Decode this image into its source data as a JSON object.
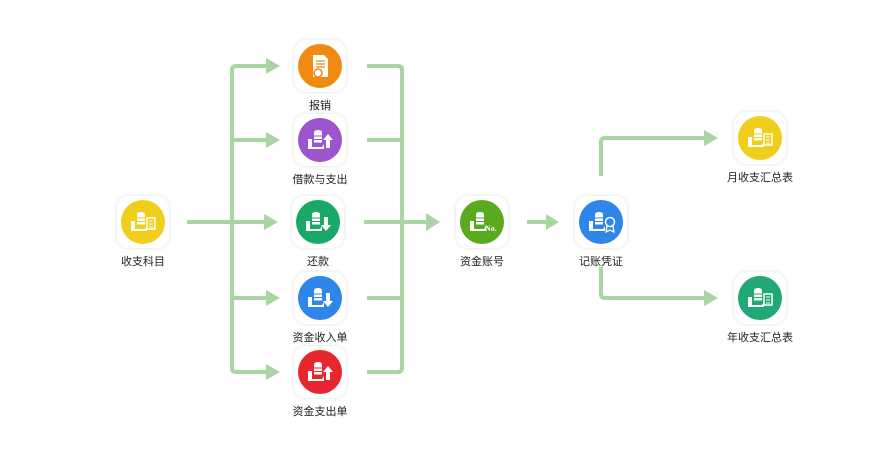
{
  "nodes": [
    {
      "id": "subjects",
      "label": "收支科目",
      "color": "#efcf1c",
      "icon": "coins-ledger-icon"
    },
    {
      "id": "reimburse",
      "label": "报销",
      "color": "#f08a12",
      "icon": "document-refresh-icon"
    },
    {
      "id": "borrow",
      "label": "借款与支出",
      "color": "#9c55cf",
      "icon": "coins-up-arrow-icon"
    },
    {
      "id": "repay",
      "label": "还款",
      "color": "#1aa866",
      "icon": "coins-down-arrow-icon"
    },
    {
      "id": "income",
      "label": "资金收入单",
      "color": "#2d86e8",
      "icon": "coins-down-arrow-icon"
    },
    {
      "id": "expense",
      "label": "资金支出单",
      "color": "#e8262f",
      "icon": "coins-up-arrow-icon"
    },
    {
      "id": "account",
      "label": "资金账号",
      "color": "#5aaa1f",
      "icon": "coins-number-icon"
    },
    {
      "id": "voucher",
      "label": "记账凭证",
      "color": "#2d86e8",
      "icon": "coins-badge-icon"
    },
    {
      "id": "monthly",
      "label": "月收支汇总表",
      "color": "#efcf1c",
      "icon": "coins-ledger-icon"
    },
    {
      "id": "yearly",
      "label": "年收支汇总表",
      "color": "#21a876",
      "icon": "coins-ledger-icon"
    }
  ],
  "line_color": "#a8d6a0"
}
